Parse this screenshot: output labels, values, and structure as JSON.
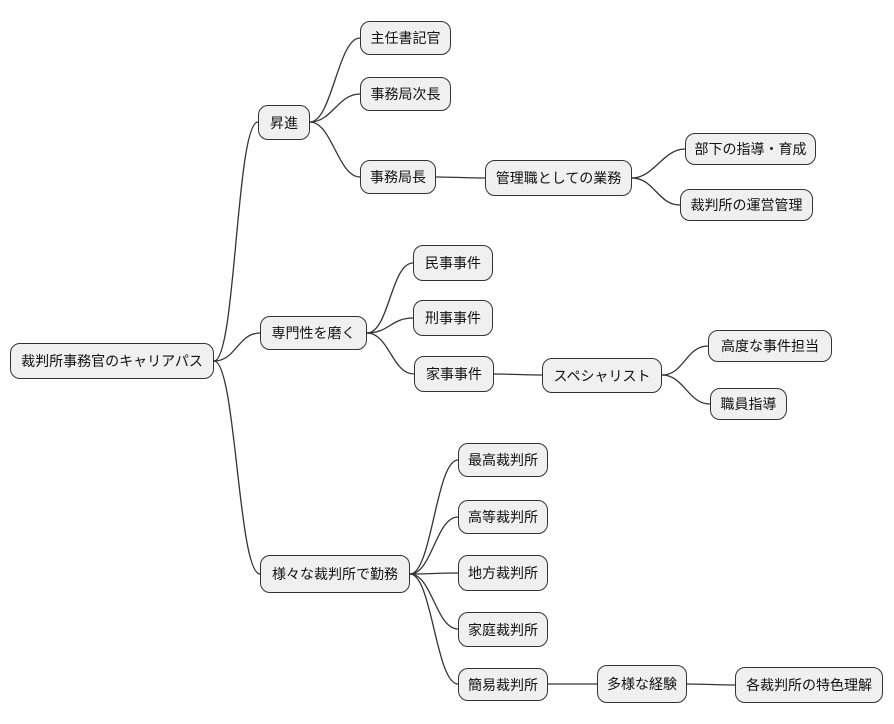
{
  "mindmap": {
    "root": {
      "label": "裁判所事務官のキャリアパス",
      "children": [
        {
          "label": "昇進",
          "children": [
            {
              "label": "主任書記官",
              "children": []
            },
            {
              "label": "事務局次長",
              "children": []
            },
            {
              "label": "事務局長",
              "children": [
                {
                  "label": "管理職としての業務",
                  "children": [
                    {
                      "label": "部下の指導・育成",
                      "children": []
                    },
                    {
                      "label": "裁判所の運営管理",
                      "children": []
                    }
                  ]
                }
              ]
            }
          ]
        },
        {
          "label": "専門性を磨く",
          "children": [
            {
              "label": "民事事件",
              "children": []
            },
            {
              "label": "刑事事件",
              "children": []
            },
            {
              "label": "家事事件",
              "children": [
                {
                  "label": "スペシャリスト",
                  "children": [
                    {
                      "label": "高度な事件担当",
                      "children": []
                    },
                    {
                      "label": "職員指導",
                      "children": []
                    }
                  ]
                }
              ]
            }
          ]
        },
        {
          "label": "様々な裁判所で勤務",
          "children": [
            {
              "label": "最高裁判所",
              "children": []
            },
            {
              "label": "高等裁判所",
              "children": []
            },
            {
              "label": "地方裁判所",
              "children": []
            },
            {
              "label": "家庭裁判所",
              "children": []
            },
            {
              "label": "簡易裁判所",
              "children": [
                {
                  "label": "多様な経験",
                  "children": [
                    {
                      "label": "各裁判所の特色理解",
                      "children": []
                    }
                  ]
                }
              ]
            }
          ]
        }
      ]
    },
    "colors": {
      "background": "#ffffff",
      "node_fill": "#f0f0f0",
      "node_border": "#333333",
      "edge": "#333333",
      "text": "#111111"
    }
  }
}
